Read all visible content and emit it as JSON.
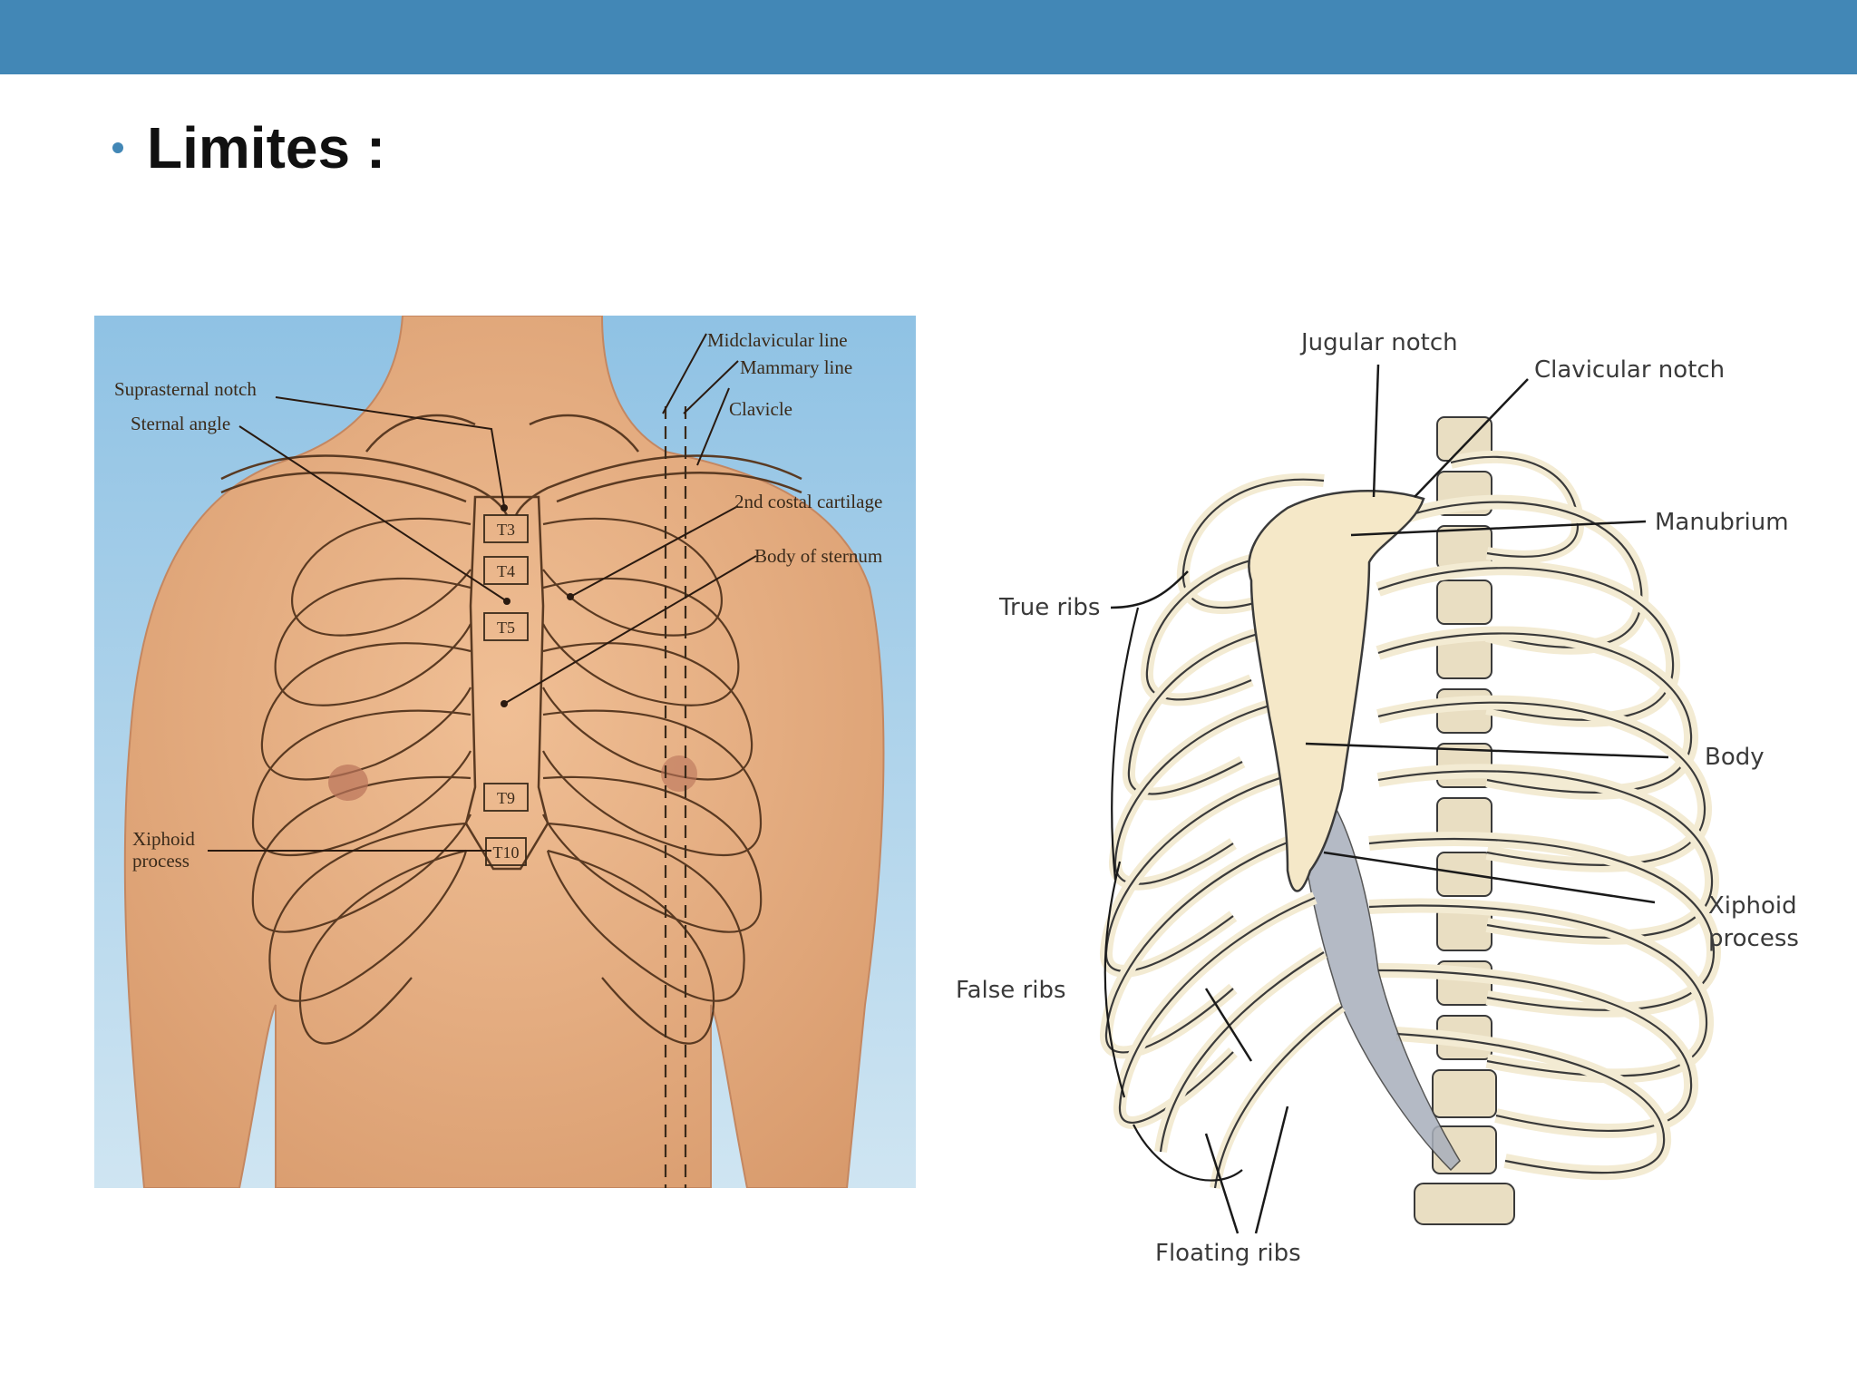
{
  "slide": {
    "heading": "Limites :"
  },
  "figure_left": {
    "labels": {
      "suprasternal_notch": "Suprasternal notch",
      "sternal_angle": "Sternal angle",
      "xiphoid_process_1": "Xiphoid",
      "xiphoid_process_2": "process",
      "midclavicular_line": "Midclavicular line",
      "mammary_line": "Mammary line",
      "clavicle": "Clavicle",
      "costal_cartilage": "2nd costal cartilage",
      "body_of_sternum": "Body of sternum"
    },
    "vertebra_levels": [
      "T3",
      "T4",
      "T5",
      "T9",
      "T10"
    ]
  },
  "figure_right": {
    "labels": {
      "jugular_notch": "Jugular notch",
      "clavicular_notch": "Clavicular notch",
      "manubrium": "Manubrium",
      "true_ribs": "True ribs",
      "body": "Body",
      "xiphoid_process_1": "Xiphoid",
      "xiphoid_process_2": "process",
      "false_ribs": "False ribs",
      "floating_ribs": "Floating ribs"
    }
  },
  "colors": {
    "accent": "#4287b6",
    "skin": "#e8b387",
    "backdrop": "#a7cfe8",
    "bone": "#f3ebd3",
    "cartilage": "#9aa2b0"
  }
}
